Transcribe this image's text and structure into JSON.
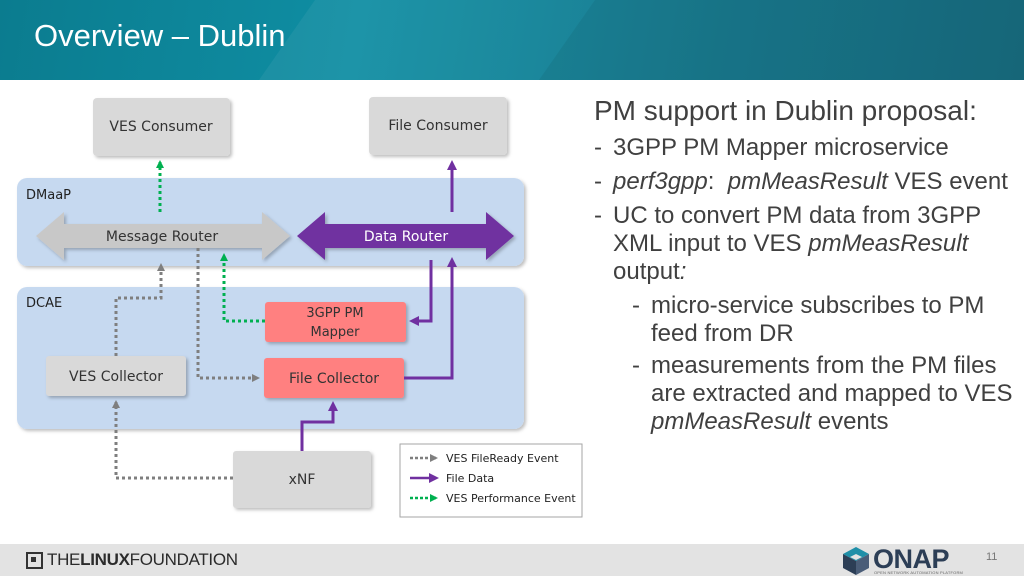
{
  "slide": {
    "title": "Overview – Dublin",
    "page_number": "11"
  },
  "diagram": {
    "ves_consumer": "VES Consumer",
    "file_consumer": "File Consumer",
    "dmaap": "DMaaP",
    "message_router": "Message Router",
    "data_router": "Data Router",
    "dcae": "DCAE",
    "pm_mapper_line1": "3GPP PM",
    "pm_mapper_line2": "Mapper",
    "ves_collector": "VES Collector",
    "file_collector": "File Collector",
    "xnf": "xNF",
    "legend": [
      {
        "label": "VES FileReady Event",
        "color": "#7f7f7f",
        "style": "dotted"
      },
      {
        "label": "File Data",
        "color": "#7030a0",
        "style": "solid"
      },
      {
        "label": "VES Performance Event",
        "color": "#00b050",
        "style": "dotted"
      }
    ],
    "colors": {
      "router_gray": "#c8c8c8",
      "router_purple": "#7030a0",
      "box_gray": "#d9d9d9",
      "box_salmon": "#ff8080",
      "zone_blue": "#c6d9f0",
      "event_gray": "#7f7f7f",
      "event_green": "#00b050"
    }
  },
  "content": {
    "heading": "PM support in Dublin proposal:",
    "item1": "3GPP PM Mapper microservice",
    "item2_a": "perf3gpp",
    "item2_b": ":  ",
    "item2_c": "pmMeasResult",
    "item2_d": " VES event",
    "item3_a": "UC to convert PM data from 3GPP XML input to VES ",
    "item3_b": "pmMeasResult",
    "item3_c": " output",
    "item3_d": ":",
    "sub1": "micro-service subscribes to PM feed from DR",
    "sub2_a": "measurements from the PM files are extracted and mapped to VES ",
    "sub2_b": "pmMeasResult",
    "sub2_c": " events",
    "dash": "-"
  },
  "footer": {
    "lf_the": "THE",
    "lf_linux": "LINUX",
    "lf_foundation": "FOUNDATION",
    "onap_word": "ONAP",
    "onap_sub": "OPEN NETWORK AUTOMATION PLATFORM"
  }
}
